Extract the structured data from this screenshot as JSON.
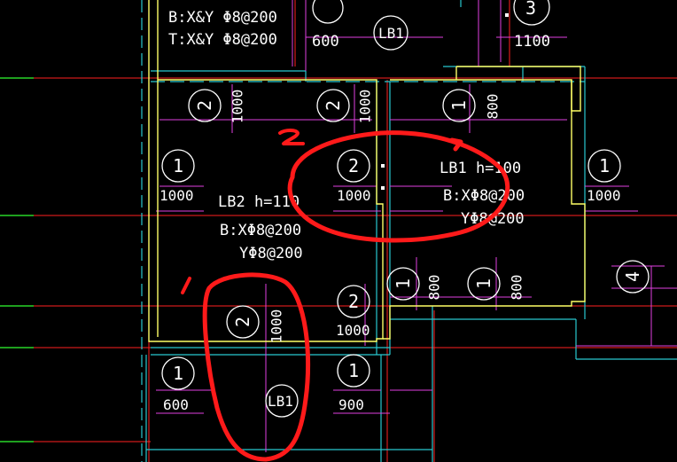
{
  "colors": {
    "background": "#000000",
    "wall": "#ffff66",
    "rebar_magenta": "#e040e0",
    "axis_red": "#ff2020",
    "grid_cyan": "#28c8d0",
    "axis_green": "#30ff30",
    "text": "#ffffff",
    "markup": "#ff1a1a"
  },
  "notes": {
    "top_left_bottom": "B:X&Y Φ8@200",
    "top_left_top": "T:X&Y Φ8@200",
    "top_span_600": "600",
    "top_slab_tag": "LB1",
    "top_right_marker": "3",
    "top_span_1100": "1100"
  },
  "slab_lb2": {
    "name_height": "LB2  h=110",
    "bottom_x": "B:XΦ8@200",
    "bottom_y": "YΦ8@200"
  },
  "slab_lb1": {
    "name_height": "LB1  h=100",
    "bottom_x": "B:XΦ8@200",
    "bottom_y": "YΦ8@200"
  },
  "rebar_marks": [
    {
      "num": "2",
      "len": "1000"
    },
    {
      "num": "2",
      "len": "1000"
    },
    {
      "num": "1",
      "len": "800"
    },
    {
      "num": "1",
      "len": "1000"
    },
    {
      "num": "2",
      "len": "1000"
    },
    {
      "num": "1",
      "len": "1000"
    },
    {
      "num": "2",
      "len": "1000"
    },
    {
      "num": "2",
      "len": "1000"
    },
    {
      "num": "1",
      "len": "800"
    },
    {
      "num": "1",
      "len": "800"
    },
    {
      "num": "4",
      "len": ""
    },
    {
      "num": "1",
      "len": "600"
    },
    {
      "num": "1",
      "len": "900"
    }
  ],
  "bottom_slab_tag": "LB1",
  "markup": {
    "label_1": "1",
    "label_2": "2"
  }
}
